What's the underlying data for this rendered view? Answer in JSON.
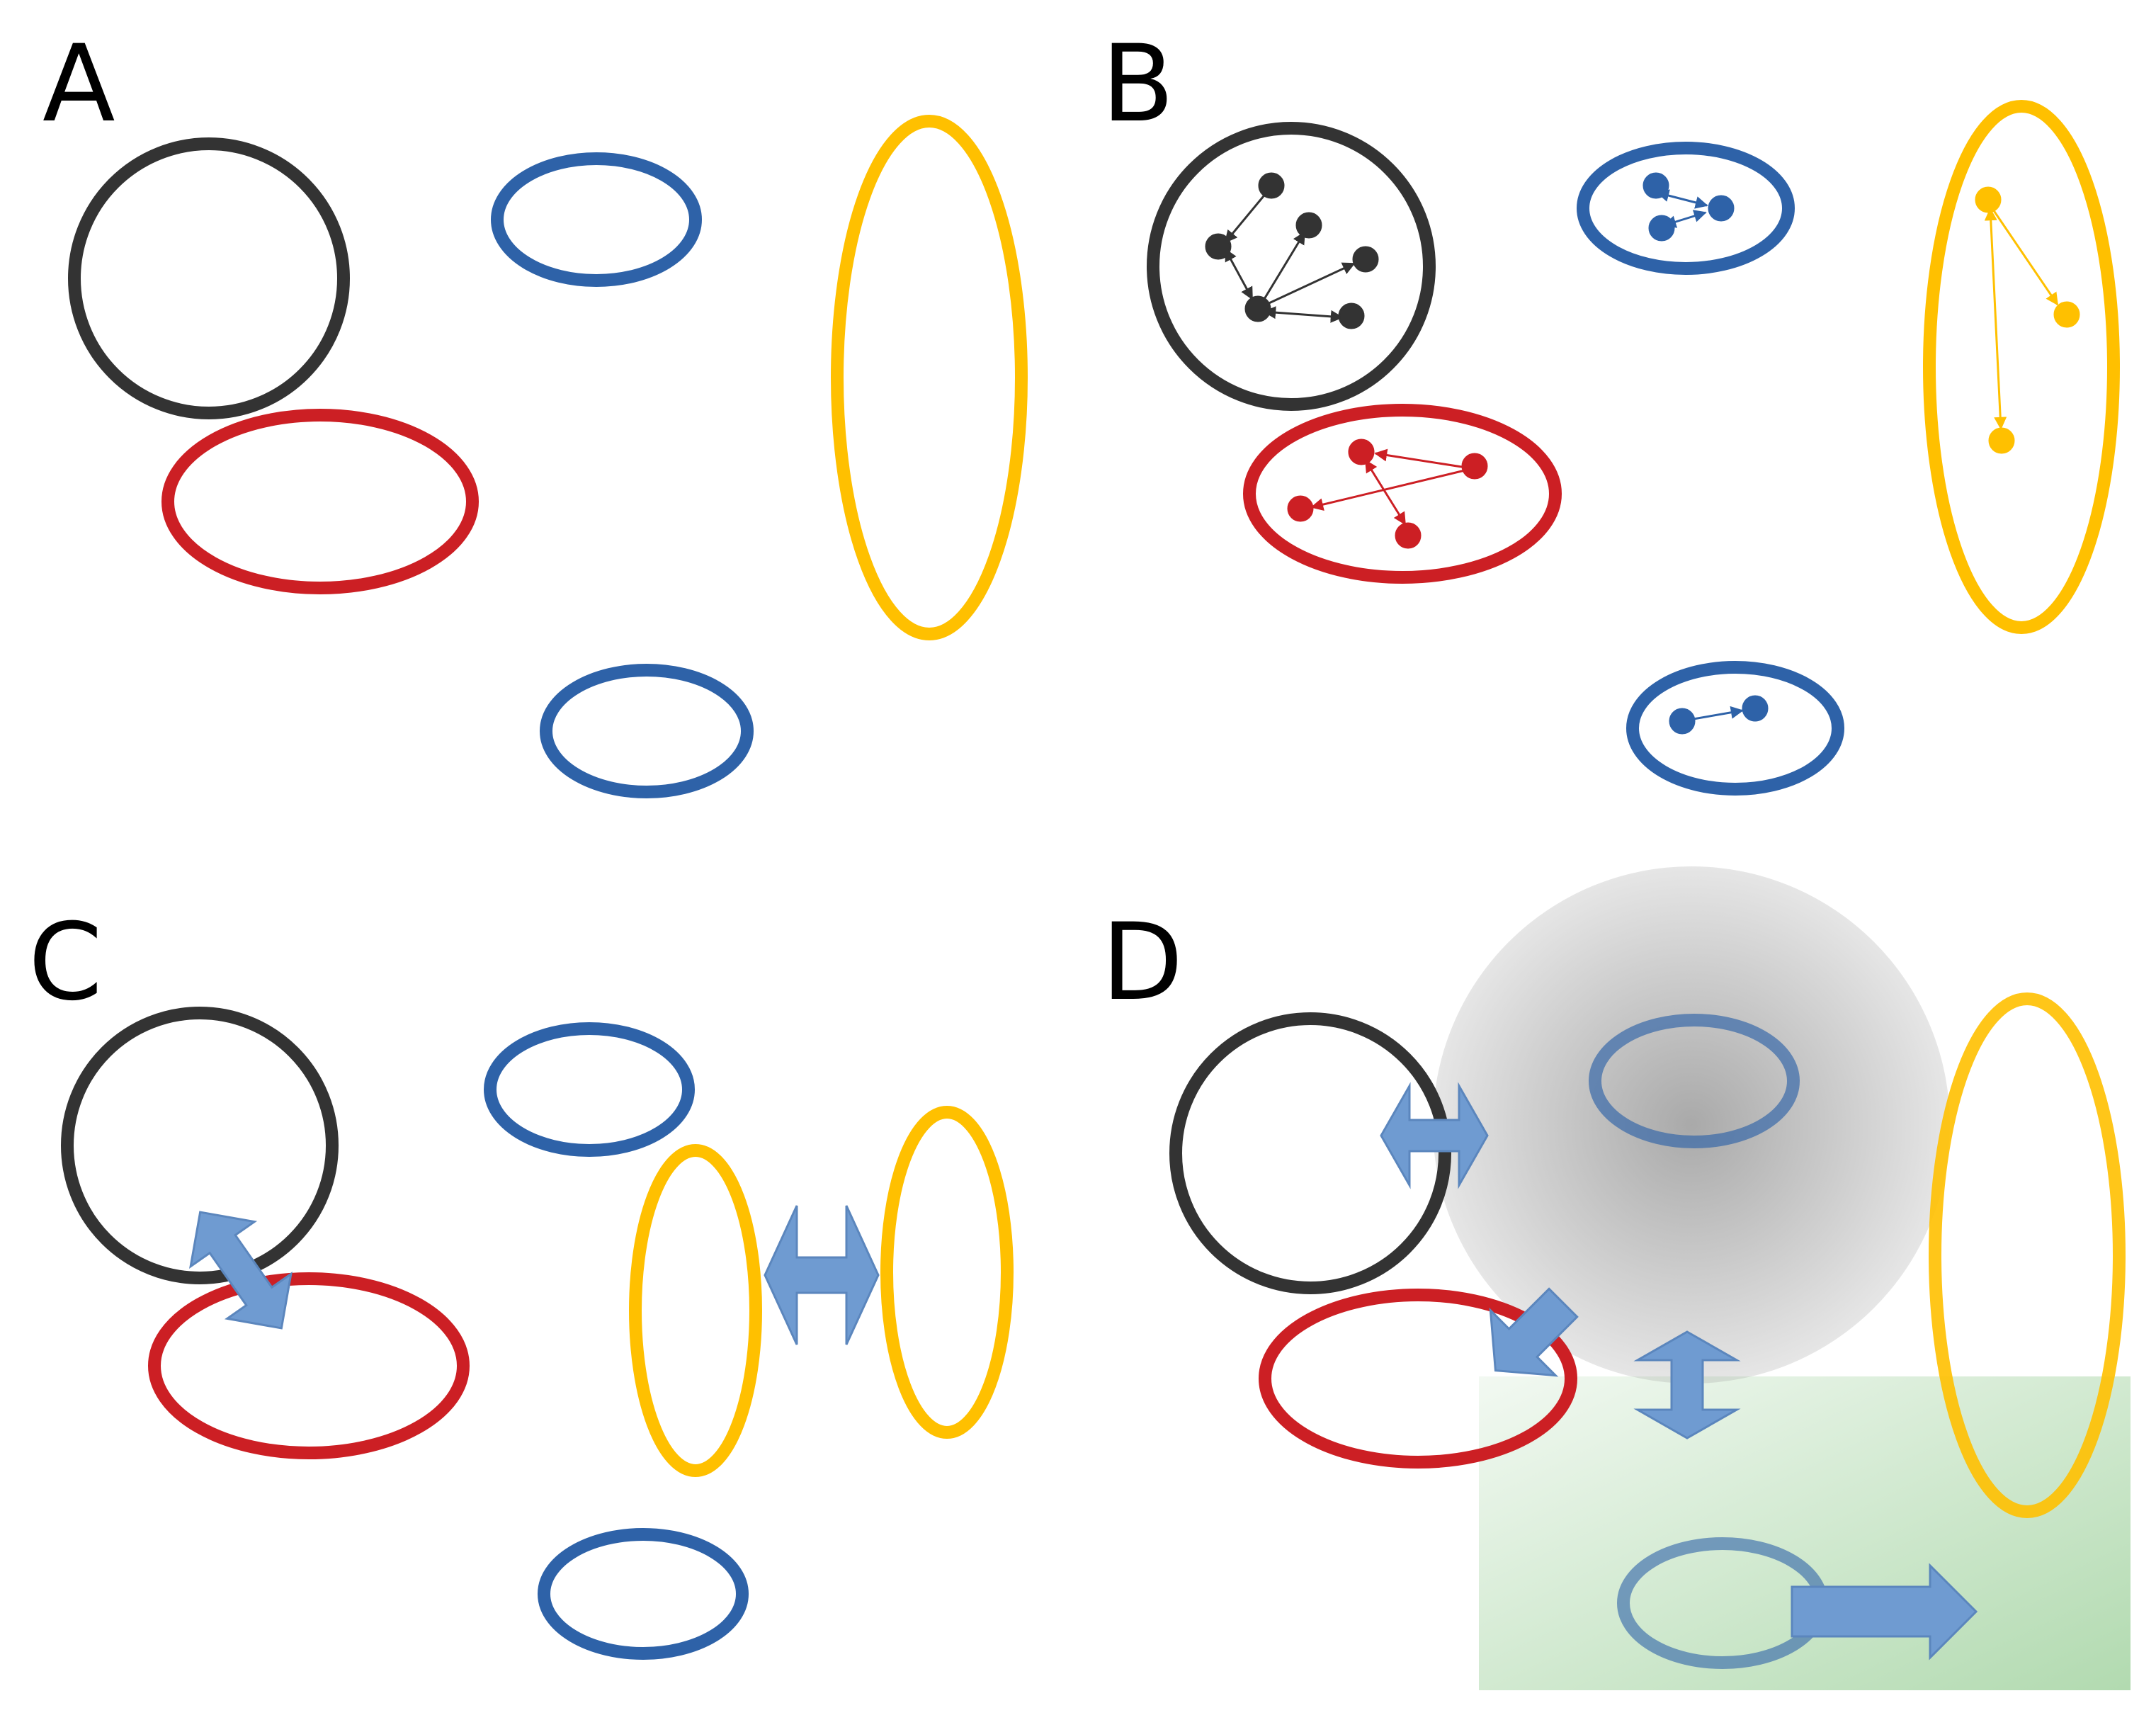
{
  "panels": [
    {
      "label": "A"
    },
    {
      "label": "B"
    },
    {
      "label": "C"
    },
    {
      "label": "D"
    }
  ],
  "colors": {
    "black": "#333333",
    "blue": "#2e62a8",
    "yellow": "#ffc000",
    "red": "#cc1f24",
    "arrow_fill": "#6f9bd1",
    "gray_zone": "#9a9a9a",
    "green_zone": "#a9d6a7"
  },
  "icons": {
    "double_arrow": "double-arrow-icon",
    "single_arrow": "arrow-icon"
  }
}
